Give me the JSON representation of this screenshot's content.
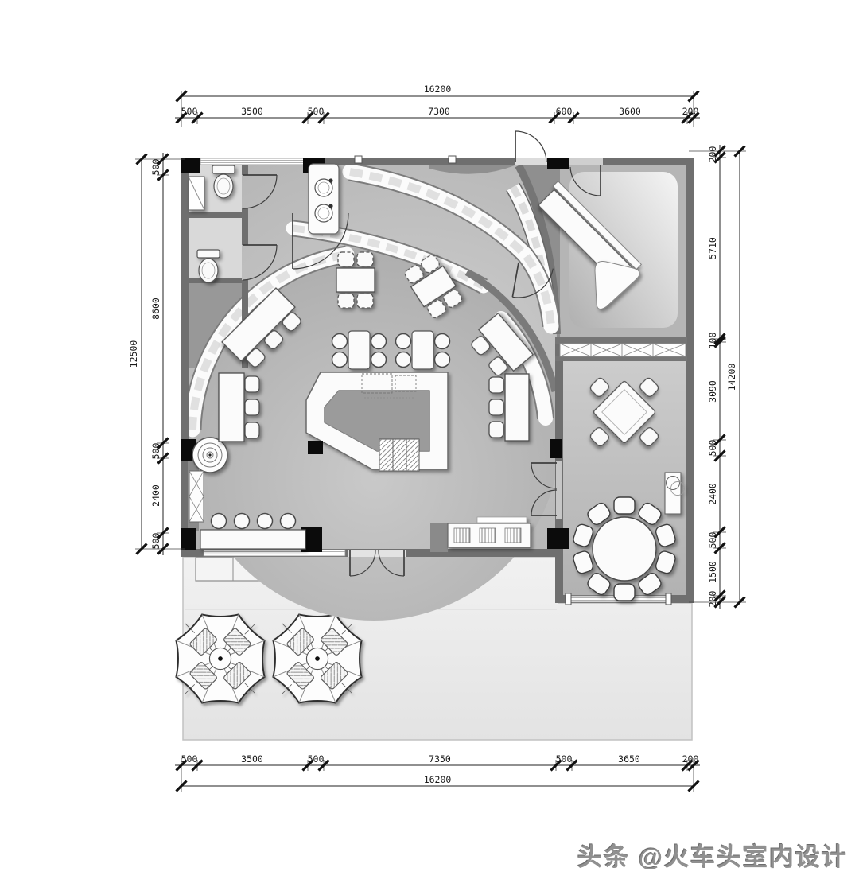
{
  "document": {
    "type": "interior floor plan",
    "subject": "restaurant layout plan"
  },
  "watermark": {
    "text": "头条 @火车头室内设计",
    "color": "#909090"
  },
  "dimensions": {
    "top": {
      "total": "16200",
      "segments": [
        "500",
        "3500",
        "500",
        "7300",
        "600",
        "3600",
        "200"
      ]
    },
    "bottom": {
      "total": "16200",
      "segments": [
        "500",
        "3500",
        "500",
        "7350",
        "500",
        "3650",
        "200"
      ]
    },
    "left": {
      "total": "12500",
      "segments": [
        "500",
        "8600",
        "500",
        "2400",
        "500"
      ]
    },
    "right": {
      "total": "14200",
      "segments": [
        "200",
        "5710",
        "100",
        "3090",
        "500",
        "2400",
        "500",
        "1500",
        "200"
      ]
    }
  },
  "colors": {
    "wall": "#6f6f6f",
    "column": "#0b0b0b",
    "floor_main": "#bdbdbd",
    "floor_room_light": "#f2f2f2",
    "furniture": "#fbfbfb",
    "terrace": "#ececec",
    "dimension_text": "#1a1a1a",
    "watermark_gray": "#909090"
  }
}
